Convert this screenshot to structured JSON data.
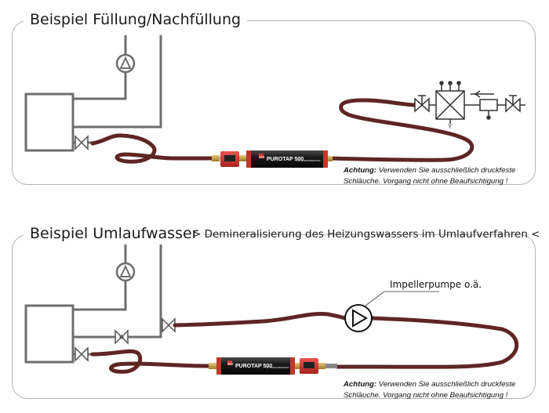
{
  "panel1": {
    "title": "Beispiel Füllung/Nachfüllung",
    "warning_label": "Achtung:",
    "warning_text": "Verwenden Sie ausschließlich druckfeste Schläuche. Vorgang nicht ohne Beaufsichtigung !"
  },
  "panel2": {
    "title": "Beispiel Umlaufwasser",
    "subtitle": "> Demineralisierung des Heizungswassers im Umlaufverfahren <",
    "pump_label": "Impellerpumpe o.ä.",
    "warning_label": "Achtung:",
    "warning_text": "Verwenden Sie ausschließlich druckfeste Schläuche. Vorgang nicht ohne Beaufsichtigung !"
  },
  "cartridge": {
    "brand": "PUROTAP 500",
    "tag": "1,2 Ionenaustauscher",
    "logo": "ELS"
  },
  "colors": {
    "hose": "#5e2623",
    "pipe": "#6e6e6e",
    "meter": "#d2312c",
    "cartridge_band": "#c0392b"
  }
}
